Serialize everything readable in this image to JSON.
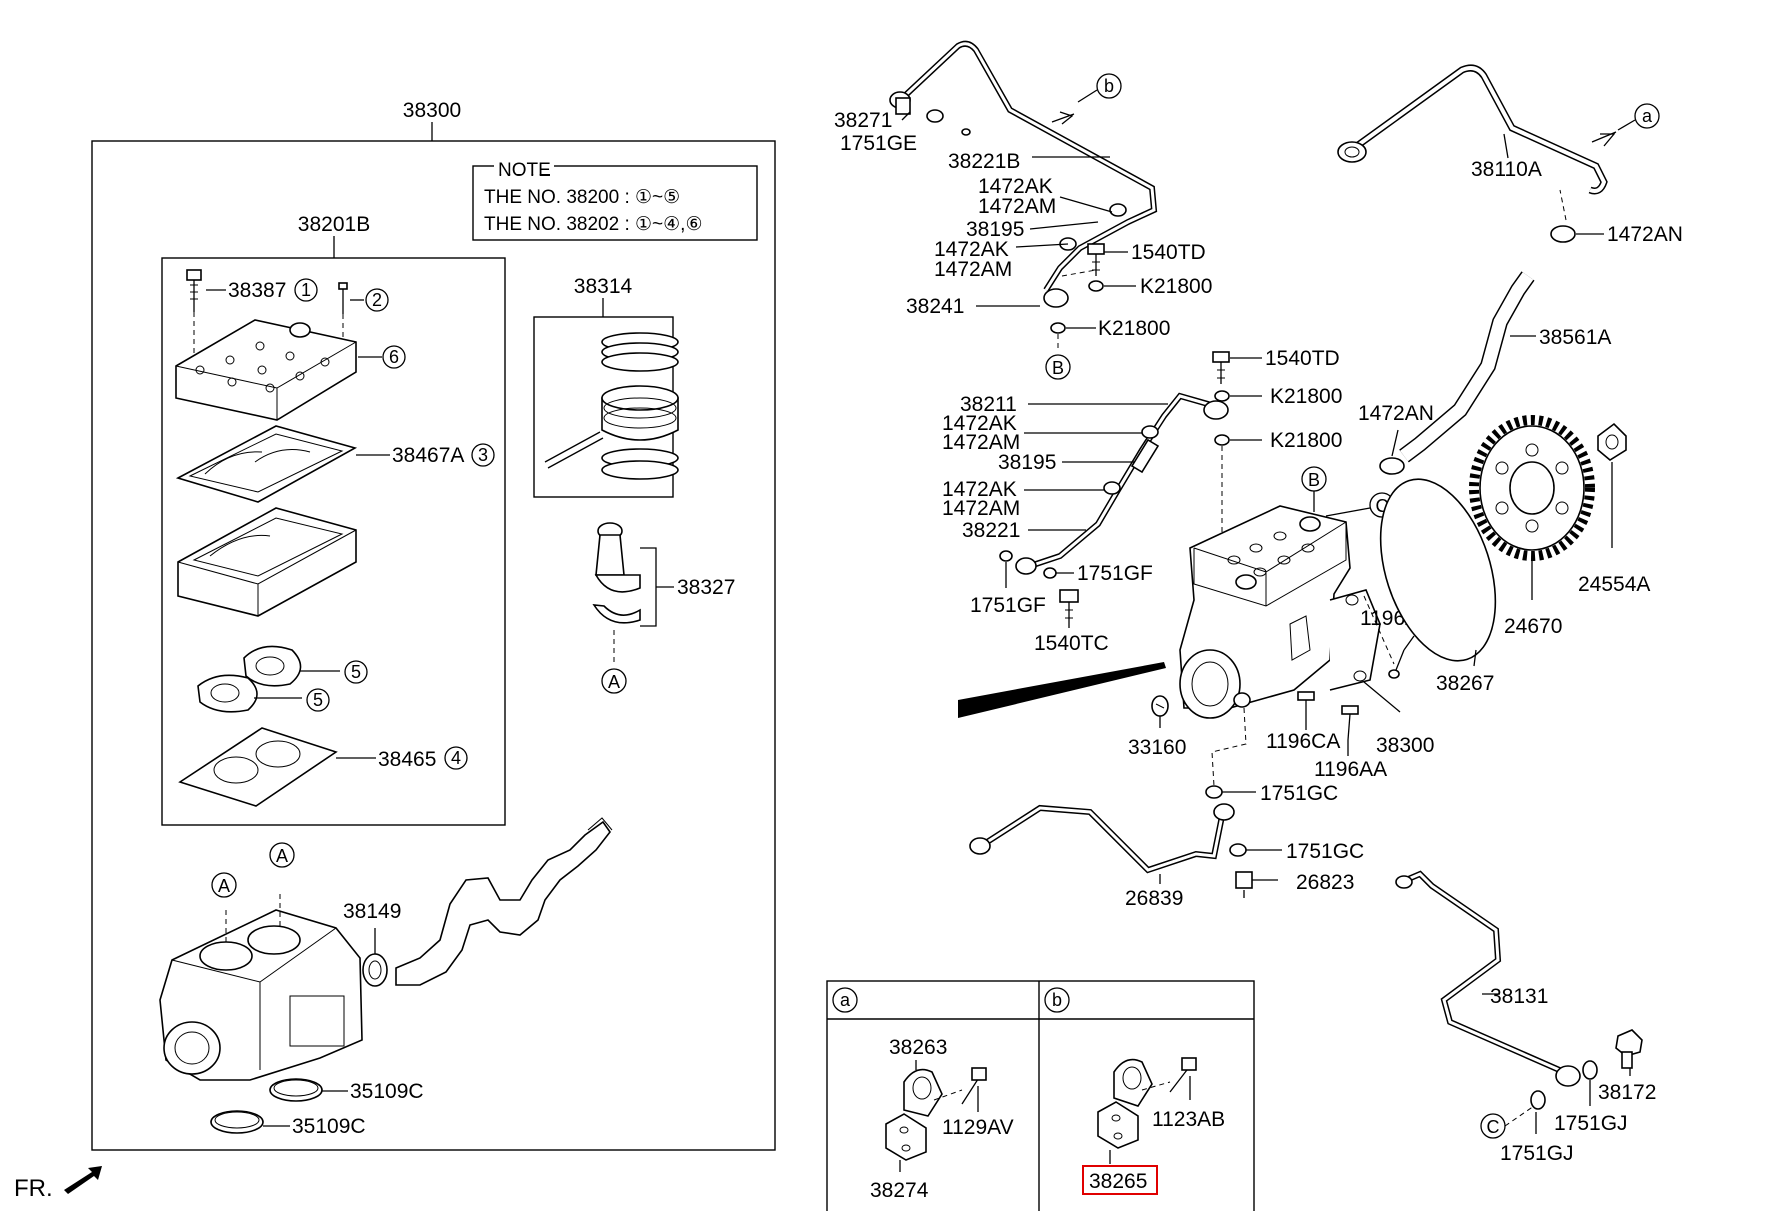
{
  "note": {
    "title": "NOTE",
    "line1": "THE NO. 38200 : ①~⑤",
    "line2": "THE NO. 38202 : ①~④,⑥"
  },
  "markers": [
    "1",
    "2",
    "3",
    "4",
    "5",
    "6",
    "A",
    "B",
    "C",
    "a",
    "b"
  ],
  "labels": {
    "p38300_top": "38300",
    "p38201B": "38201B",
    "p38387": "38387",
    "p38467A": "38467A",
    "p38465": "38465",
    "p38314": "38314",
    "p38327": "38327",
    "p38149": "38149",
    "p35109C_a": "35109C",
    "p35109C_b": "35109C",
    "p38271": "38271",
    "p1751GE": "1751GE",
    "p38221B": "38221B",
    "p1472AK_1": "1472AK",
    "p1472AM_1": "1472AM",
    "p38195_1": "38195",
    "p1472AK_2": "1472AK",
    "p1472AM_2": "1472AM",
    "p38241": "38241",
    "p1540TD_1": "1540TD",
    "pK21800_1": "K21800",
    "pK21800_2": "K21800",
    "p38110A": "38110A",
    "p1472AN_1": "1472AN",
    "p38561A": "38561A",
    "p1472AN_2": "1472AN",
    "p1540TD_2": "1540TD",
    "pK21800_3": "K21800",
    "pK21800_4": "K21800",
    "p38211": "38211",
    "p1472AK_3": "1472AK",
    "p1472AM_3": "1472AM",
    "p38195_2": "38195",
    "p1472AK_4": "1472AK",
    "p1472AM_4": "1472AM",
    "p38221": "38221",
    "p1751GF_1": "1751GF",
    "p1751GF_2": "1751GF",
    "p1540TC": "1540TC",
    "p1196AC": "1196AC",
    "p1196CA": "1196CA",
    "p1196AA": "1196AA",
    "p38300_mid": "38300",
    "p33160": "33160",
    "p38267": "38267",
    "p24670": "24670",
    "p24554A": "24554A",
    "p1751GC_1": "1751GC",
    "p1751GC_2": "1751GC",
    "p26823": "26823",
    "p26839": "26839",
    "p38131": "38131",
    "p38172": "38172",
    "p1751GJ_1": "1751GJ",
    "p1751GJ_2": "1751GJ",
    "p38263": "38263",
    "p1129AV": "1129AV",
    "p38274": "38274",
    "p1123AB": "1123AB",
    "p38265": "38265",
    "fr": "FR."
  },
  "highlight_color": "#e00000"
}
